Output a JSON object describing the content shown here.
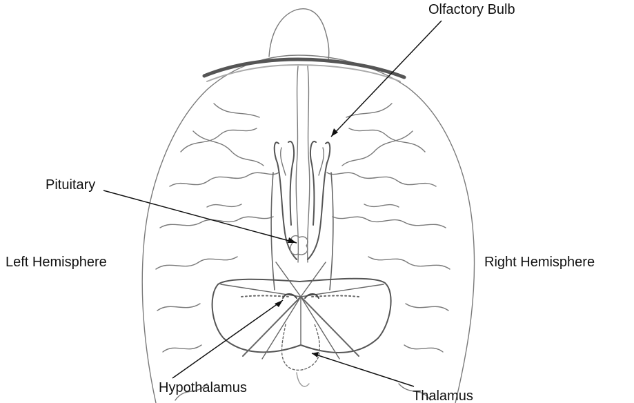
{
  "diagram": {
    "labels": {
      "olfactory_bulb": "Olfactory Bulb",
      "pituitary": "Pituitary",
      "left_hemisphere": "Left Hemisphere",
      "right_hemisphere": "Right Hemisphere",
      "hypothalamus": "Hypothalamus",
      "thalamus": "Thalamus"
    },
    "colors": {
      "text": "#111111",
      "leader_lines": "#111111",
      "brain_outline": "#7a7a7a",
      "brain_fill": "#ffffff",
      "background": "#ffffff"
    }
  }
}
